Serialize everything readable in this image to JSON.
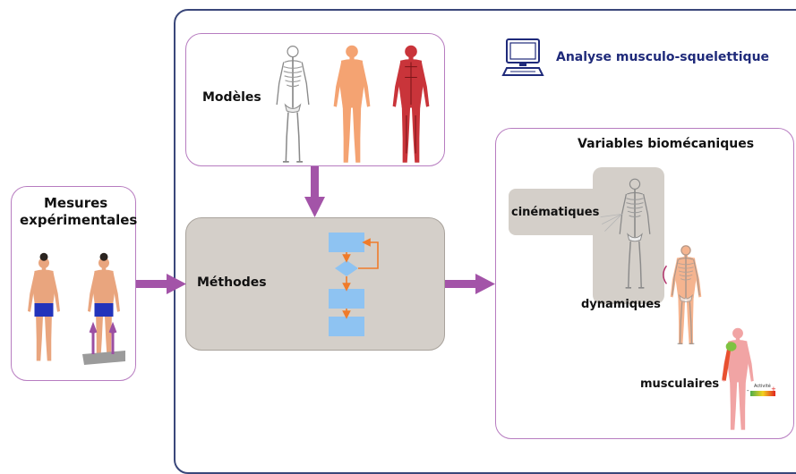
{
  "outer": {
    "title": "Analyse musculo-squelettique"
  },
  "mesures": {
    "title_line1": "Mesures",
    "title_line2": "expérimentales"
  },
  "modeles": {
    "title": "Modèles"
  },
  "methodes": {
    "title": "Méthodes"
  },
  "variables": {
    "title": "Variables biomécaniques",
    "cinematiques": "cinématiques",
    "dynamiques": "dynamiques",
    "musculaires": "musculaires",
    "activity_label": "Activité",
    "activity_minus": "-",
    "activity_plus": "+"
  },
  "colors": {
    "frame_border": "#3a477a",
    "panel_border": "#b77cc0",
    "arrow_purple": "#a354a8",
    "methods_bg": "#d4cfc9",
    "flow_block": "#8ec3f2",
    "flow_arrow": "#f07b2a",
    "skin": "#e9a57e",
    "shorts": "#2233bb",
    "muscle_red": "#c9343a"
  },
  "icons": [
    "computer-icon",
    "skeleton-icon",
    "body-silhouette-icon",
    "muscle-figure-icon",
    "flowchart-icon"
  ]
}
